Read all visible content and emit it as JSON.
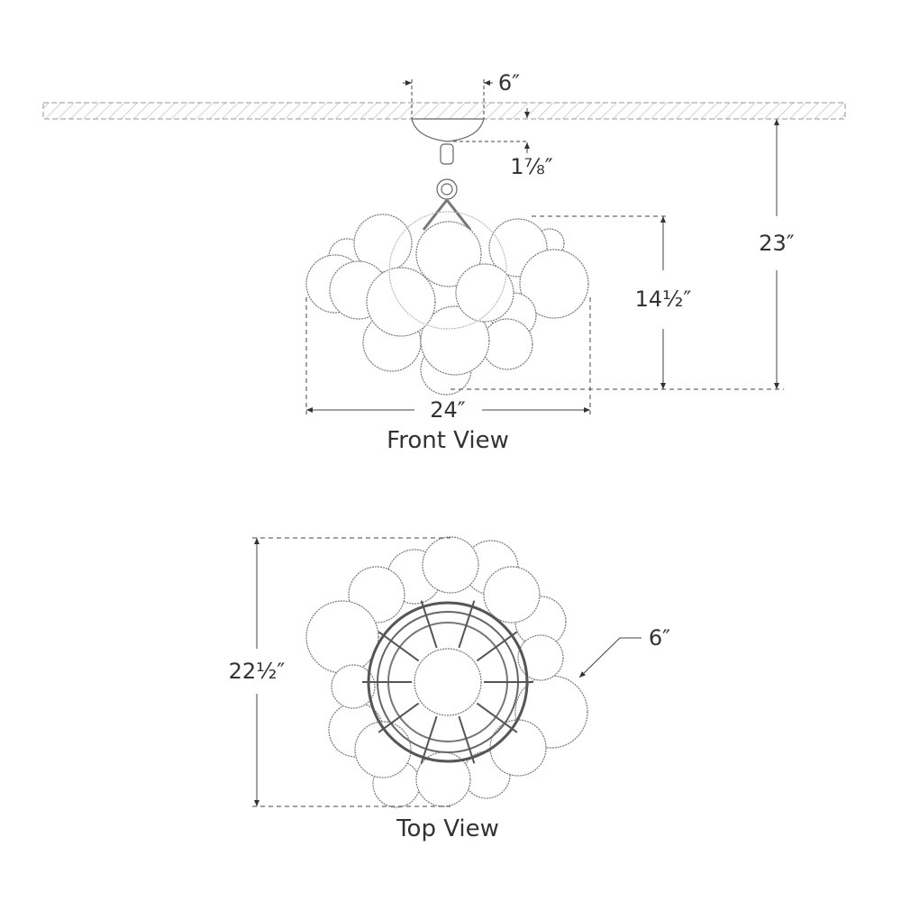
{
  "dimensions": {
    "canopy_width": "6″",
    "canopy_height": "1⅞″",
    "overall_height": "23″",
    "fixture_height": "14½″",
    "fixture_width": "24″",
    "top_depth": "22½″",
    "top_canopy": "6″"
  },
  "captions": {
    "front": "Front View",
    "top": "Top View"
  },
  "colors": {
    "line": "#555555",
    "hatch": "#888888"
  }
}
